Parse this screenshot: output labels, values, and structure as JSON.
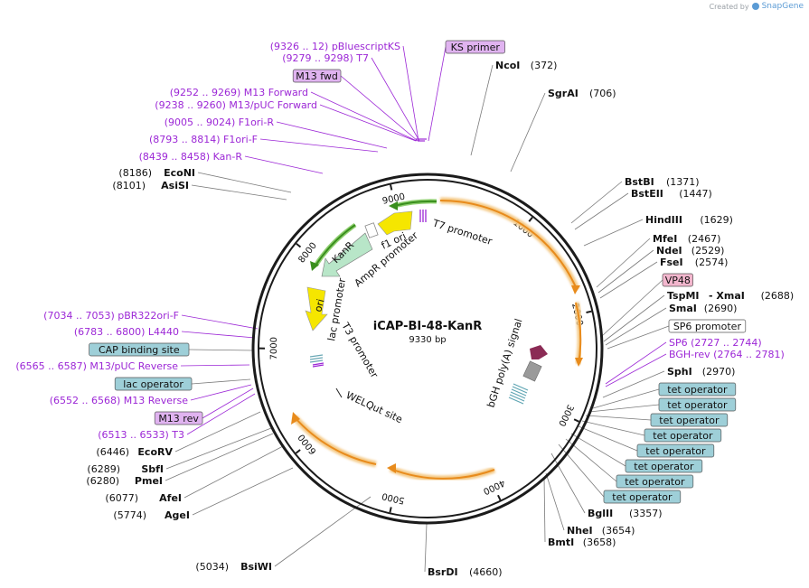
{
  "brand": {
    "created_by": "Created by",
    "name": "SnapGene"
  },
  "plasmid": {
    "name": "iCAP-BI-48-KanR",
    "size": "9330 bp",
    "length": 9330
  },
  "ticks": [
    "1000",
    "2000",
    "3000",
    "4000",
    "5000",
    "6000",
    "7000",
    "8000",
    "9000"
  ],
  "features": [
    {
      "label": "T7 promoter",
      "start": 9279,
      "end": 9298
    },
    {
      "label": "f1 ori",
      "start": 8500,
      "end": 8900
    },
    {
      "label": "KanR",
      "start": 7700,
      "end": 8500
    },
    {
      "label": "AmpR promoter",
      "start": 7500,
      "end": 7650
    },
    {
      "label": "ori",
      "start": 7050,
      "end": 7600
    },
    {
      "label": "lac promoter",
      "start": 6800,
      "end": 6830
    },
    {
      "label": "T3 promoter",
      "start": 6513,
      "end": 6533
    },
    {
      "label": "WELQut site",
      "start": 6300,
      "end": 6320
    },
    {
      "label": "bGH poly(A) signal",
      "start": 2764,
      "end": 2990
    }
  ],
  "left_labels": [
    {
      "text": "(9326 .. 12)  pBluescriptKS",
      "kind": "primer"
    },
    {
      "text": "(9279 .. 9298)  T7",
      "kind": "primer"
    },
    {
      "text": "M13 fwd",
      "kind": "box-violet"
    },
    {
      "text": "(9252 .. 9269)  M13 Forward",
      "kind": "primer"
    },
    {
      "text": "(9238 .. 9260)  M13/pUC Forward",
      "kind": "primer"
    },
    {
      "text": "(9005 .. 9024)  F1ori-R",
      "kind": "primer"
    },
    {
      "text": "(8793 .. 8814)  F1ori-F",
      "kind": "primer"
    },
    {
      "text": "(8439 .. 8458)  Kan-R",
      "kind": "primer"
    },
    {
      "text": "(8186)",
      "name": "EcoNI",
      "kind": "site"
    },
    {
      "text": "(8101)",
      "name": "AsiSI",
      "kind": "site"
    },
    {
      "text": "(7034 .. 7053)  pBR322ori-F",
      "kind": "primer"
    },
    {
      "text": "(6783 .. 6800)  L4440",
      "kind": "primer"
    },
    {
      "text": "CAP binding site",
      "kind": "box-teal"
    },
    {
      "text": "(6565 .. 6587)  M13/pUC Reverse",
      "kind": "primer"
    },
    {
      "text": "lac operator",
      "kind": "box-teal"
    },
    {
      "text": "(6552 .. 6568)  M13 Reverse",
      "kind": "primer"
    },
    {
      "text": "M13 rev",
      "kind": "box-violet"
    },
    {
      "text": "(6513 .. 6533)  T3",
      "kind": "primer"
    },
    {
      "text": "(6446)",
      "name": "EcoRV",
      "kind": "site"
    },
    {
      "text": "(6289)",
      "name": "SbfI",
      "kind": "site"
    },
    {
      "text": "(6280)",
      "name": "PmeI",
      "kind": "site"
    },
    {
      "text": "(6077)",
      "name": "AfeI",
      "kind": "site"
    },
    {
      "text": "(5774)",
      "name": "AgeI",
      "kind": "site"
    },
    {
      "text": "(5034)",
      "name": "BsiWI",
      "kind": "site"
    }
  ],
  "right_labels": [
    {
      "text": "KS primer",
      "kind": "box-violet"
    },
    {
      "name": "NcoI",
      "text": "(372)",
      "kind": "site"
    },
    {
      "name": "SgrAI",
      "text": "(706)",
      "kind": "site"
    },
    {
      "name": "BstBI",
      "text": "(1371)",
      "kind": "site"
    },
    {
      "name": "BstEII",
      "text": "(1447)",
      "kind": "site"
    },
    {
      "name": "HindIII",
      "text": "(1629)",
      "kind": "site"
    },
    {
      "name": "MfeI",
      "text": "(2467)",
      "kind": "site"
    },
    {
      "name": "NdeI",
      "text": "(2529)",
      "kind": "site"
    },
    {
      "name": "FseI",
      "text": "(2574)",
      "kind": "site"
    },
    {
      "text": "VP48",
      "kind": "box-pink"
    },
    {
      "name": "TspMI",
      "extra": "-  XmaI",
      "text": "(2688)",
      "kind": "site"
    },
    {
      "name": "SmaI",
      "text": "(2690)",
      "kind": "site"
    },
    {
      "text": "SP6 promoter",
      "kind": "box-white"
    },
    {
      "text": "SP6    (2727 .. 2744)",
      "kind": "primer"
    },
    {
      "text": "BGH-rev    (2764 .. 2781)",
      "kind": "primer"
    },
    {
      "name": "SphI",
      "text": "(2970)",
      "kind": "site"
    },
    {
      "text": "tet operator",
      "kind": "box-teal"
    },
    {
      "text": "tet operator",
      "kind": "box-teal"
    },
    {
      "text": "tet operator",
      "kind": "box-teal"
    },
    {
      "text": "tet operator",
      "kind": "box-teal"
    },
    {
      "text": "tet operator",
      "kind": "box-teal"
    },
    {
      "text": "tet operator",
      "kind": "box-teal"
    },
    {
      "text": "tet operator",
      "kind": "box-teal"
    },
    {
      "text": "tet operator",
      "kind": "box-teal"
    },
    {
      "name": "BglII",
      "text": "(3357)",
      "kind": "site"
    },
    {
      "name": "NheI",
      "text": "(3654)",
      "kind": "site"
    },
    {
      "name": "BmtI",
      "text": "(3658)",
      "kind": "site"
    },
    {
      "name": "BsrDI",
      "text": "(4660)",
      "kind": "site"
    }
  ],
  "colors": {
    "primer": "#9c27d6",
    "site": "#111111",
    "box_violet_fill": "#e0b3f0",
    "box_teal_fill": "#9ecfd8",
    "box_pink_fill": "#f2b6cd",
    "orf_orange": "#e88b1c",
    "green": "#3a8f1e",
    "yellow": "#f5e600"
  }
}
